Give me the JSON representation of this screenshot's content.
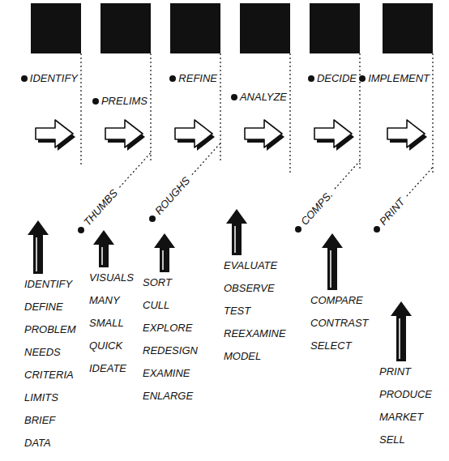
{
  "diagram": {
    "labels": [
      "IDENTIFY",
      "PRELIMS",
      "REFINE",
      "ANALYZE",
      "DECIDE",
      "IMPLEMENT",
      "THUMBS",
      "ROUGHS",
      "COMPS.",
      "PRINT",
      "IDENTIFY",
      "DEFINE",
      "PROBLEM",
      "NEEDS",
      "CRITERIA",
      "LIMITS",
      "BRIEF",
      "DATA",
      "VISUALS",
      "MANY",
      "SMALL",
      "QUICK",
      "IDEATE",
      "SORT",
      "CULL",
      "EXPLORE",
      "REDESIGN",
      "EXAMINE",
      "ENLARGE",
      "EVALUATE",
      "OBSERVE",
      "TEST",
      "REEXAMINE",
      "MODEL",
      "COMPARE",
      "CONTRAST",
      "SELECT",
      "PRINT",
      "PRODUCE",
      "MARKET",
      "SELL"
    ]
  }
}
